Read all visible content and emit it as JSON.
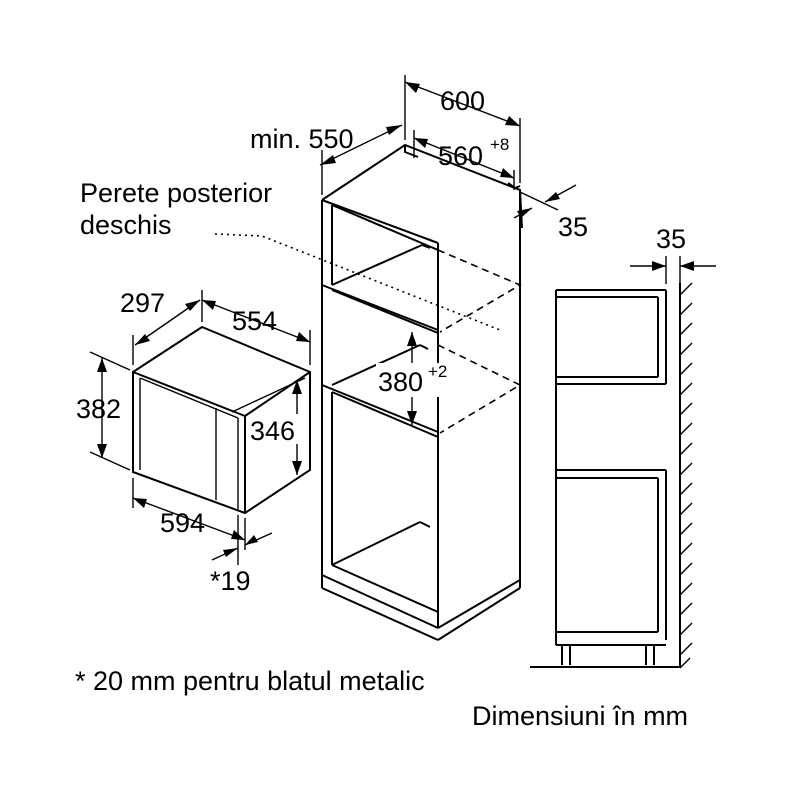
{
  "dimensions": {
    "cabinet_depth_min": "min. 550",
    "cabinet_width": "600",
    "niche_width": "560",
    "niche_width_tolerance": "+8",
    "back_gap": "35",
    "side_gap": "35",
    "niche_height": "380",
    "niche_height_tolerance": "+2",
    "appliance_depth": "297",
    "appliance_width_back": "554",
    "appliance_height": "382",
    "appliance_inner_height": "346",
    "appliance_front_width": "594",
    "front_offset": "*19"
  },
  "labels": {
    "rear_wall_line1": "Perete posterior",
    "rear_wall_line2": "deschis",
    "footnote": "* 20 mm pentru blatul metalic",
    "units_note": "Dimensiuni în mm"
  }
}
